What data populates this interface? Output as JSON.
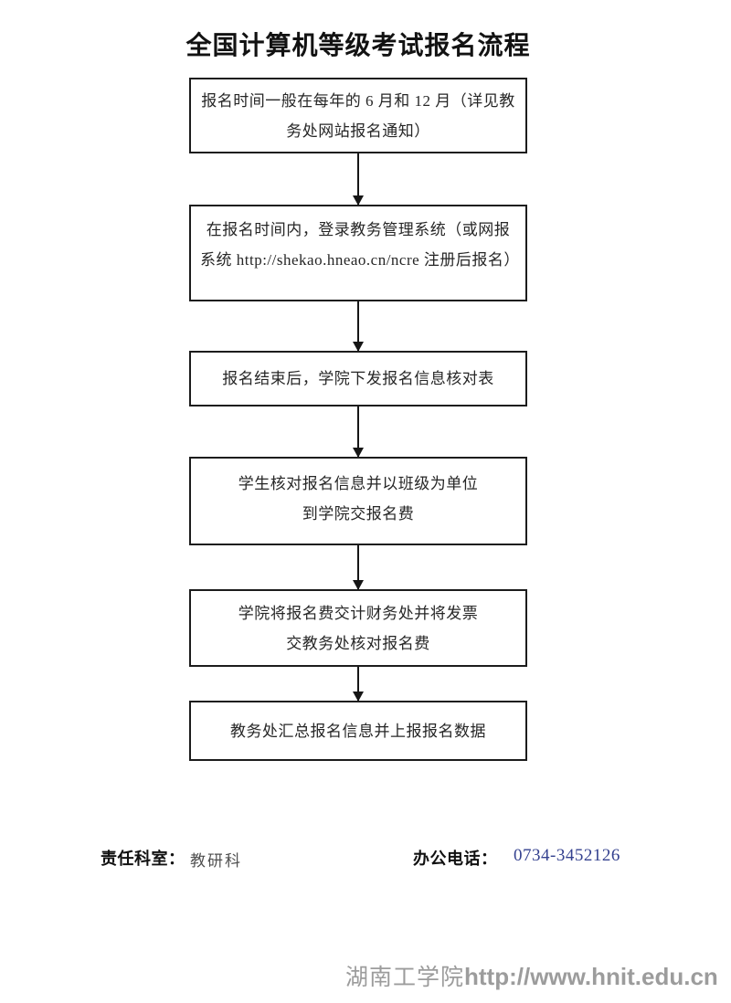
{
  "page": {
    "title": "全国计算机等级考试报名流程"
  },
  "flowchart": {
    "steps": [
      {
        "text": "报名时间一般在每年的 6 月和 12 月（详见教\n务处网站报名通知）"
      },
      {
        "text": "在报名时间内，登录教务管理系统（或网报\n系统 http://shekao.hneao.cn/ncre 注册后报名）"
      },
      {
        "text": "报名结束后，学院下发报名信息核对表"
      },
      {
        "text": "学生核对报名信息并以班级为单位\n到学院交报名费"
      },
      {
        "text": "学院将报名费交计财务处并将发票\n交教务处核对报名费"
      },
      {
        "text": "教务处汇总报名信息并上报报名数据"
      }
    ]
  },
  "info": {
    "department_label": "责任科室：",
    "department_value": "教研科",
    "phone_label": "办公电话：",
    "phone_value": "0734-3452126"
  },
  "watermark": {
    "site_name": "湖南工学院",
    "site_url": "http://www.hnit.edu.cn"
  },
  "colors": {
    "phone_number": "#34418f",
    "watermark_gray": "#9c9c9c",
    "box_border": "#1c1c1c"
  }
}
